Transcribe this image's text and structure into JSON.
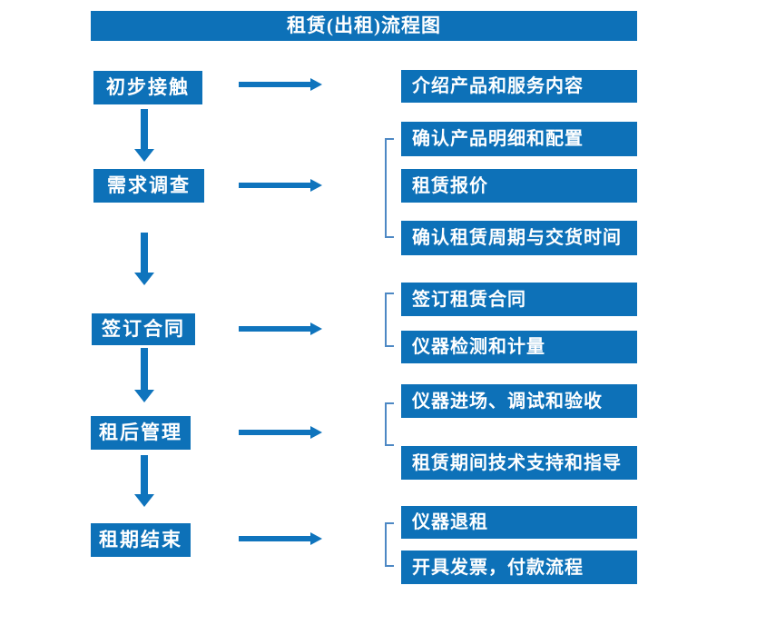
{
  "title": "租赁(出租)流程图",
  "colors": {
    "box_blue": "#0d71b8",
    "arrow_blue": "#0f74bd",
    "bracket_blue": "#4d88c4",
    "text_white": "#ffffff"
  },
  "stages": [
    {
      "label": "初步接触",
      "outputs": [
        "介绍产品和服务内容"
      ]
    },
    {
      "label": "需求调查",
      "outputs": [
        "确认产品明细和配置",
        "租赁报价",
        "确认租赁周期与交货时间"
      ]
    },
    {
      "label": "签订合同",
      "outputs": [
        "签订租赁合同",
        "仪器检测和计量"
      ]
    },
    {
      "label": "租后管理",
      "outputs": [
        "仪器进场、调试和验收",
        "租赁期间技术支持和指导"
      ]
    },
    {
      "label": "租期结束",
      "outputs": [
        "仪器退租",
        "开具发票，付款流程"
      ]
    }
  ]
}
